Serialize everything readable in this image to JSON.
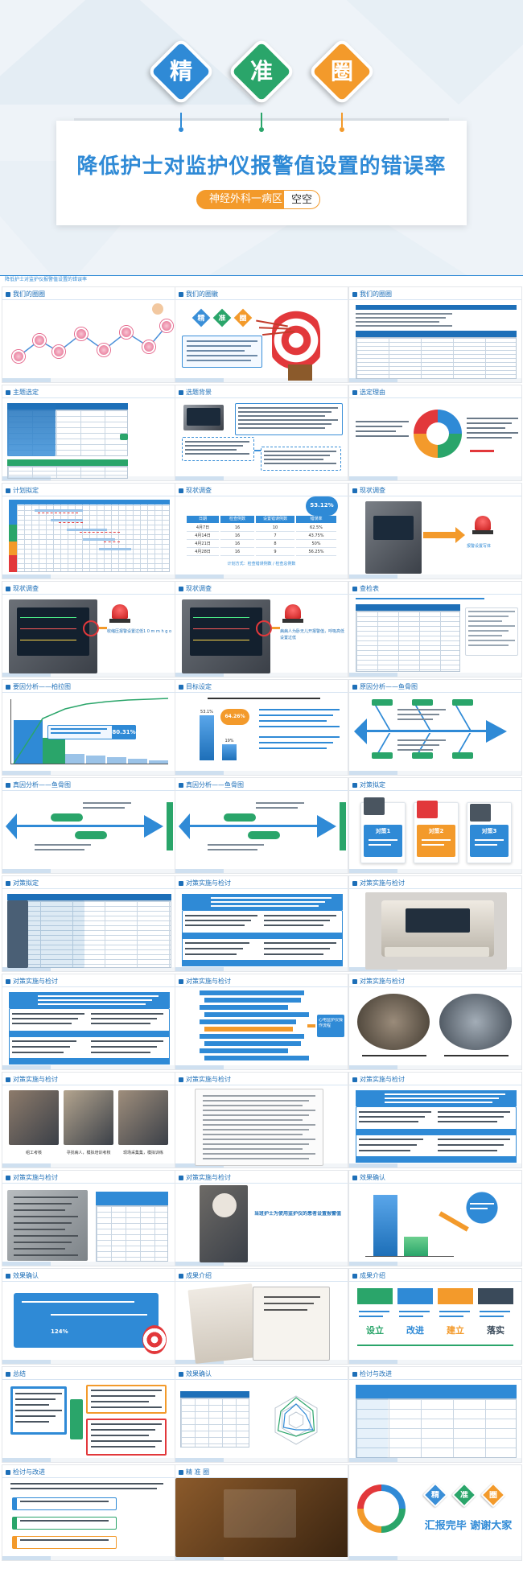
{
  "cover": {
    "chars": [
      "精",
      "准",
      "圈"
    ],
    "colors": [
      "#2f8ad6",
      "#2aa56a",
      "#f39a2b"
    ],
    "title": "降低护士对监护仪报警值设置的错误率",
    "dept": "神经外科一病区",
    "name": "空空",
    "banner": "降低护士对监护仪报警值设置的错误率"
  },
  "slides": [
    {
      "id": "s1",
      "title": "我们的圈圈"
    },
    {
      "id": "s2",
      "title": "我们的圈徽",
      "chars": [
        "精",
        "准",
        "圈"
      ]
    },
    {
      "id": "s3",
      "title": "我们的圈圈"
    },
    {
      "id": "s4",
      "title": "主题选定"
    },
    {
      "id": "s5",
      "title": "选题背景"
    },
    {
      "id": "s6",
      "title": "选定理由"
    },
    {
      "id": "s7",
      "title": "计划拟定"
    },
    {
      "id": "s8",
      "title": "现状调查",
      "values": [
        "53.12%"
      ],
      "cols": [
        "日期",
        "检查例数",
        "设置错误例数",
        "错误率"
      ],
      "rows": [
        [
          "4月7日",
          "16",
          "10",
          "62.5%"
        ],
        [
          "4月14日",
          "16",
          "7",
          "43.75%"
        ],
        [
          "4月21日",
          "16",
          "8",
          "50%"
        ],
        [
          "4月28日",
          "16",
          "9",
          "56.25%"
        ]
      ],
      "caption": "计划方式：检查错误例数 / 检查总例数"
    },
    {
      "id": "s9",
      "title": "现状调查",
      "tag": "报警设置写体"
    },
    {
      "id": "s10",
      "title": "现状调查",
      "tag": "收缩压报警设置过低1 0 m m h g o"
    },
    {
      "id": "s11",
      "title": "现状调查",
      "tag": "病病人为卧无儿开报警值，呼吸高低设置过低"
    },
    {
      "id": "s12",
      "title": "查检表"
    },
    {
      "id": "s13",
      "title": "要因分析——柏拉图",
      "values": [
        "80.31%"
      ]
    },
    {
      "id": "s14",
      "title": "目标设定",
      "values": [
        "53.1%",
        "64.26%",
        "19%"
      ]
    },
    {
      "id": "s15",
      "title": "原因分析——鱼骨图"
    },
    {
      "id": "s16",
      "title": "真因分析——鱼骨图"
    },
    {
      "id": "s17",
      "title": "真因分析——鱼骨图"
    },
    {
      "id": "s18",
      "title": "对策拟定",
      "labels": [
        "对策1",
        "对策2",
        "对策3"
      ]
    },
    {
      "id": "s19",
      "title": "对策拟定"
    },
    {
      "id": "s20",
      "title": "对策实施与检讨"
    },
    {
      "id": "s21",
      "title": "对策实施与检讨"
    },
    {
      "id": "s22",
      "title": "对策实施与检讨"
    },
    {
      "id": "s23",
      "title": "对策实施与检讨",
      "tag": "心电监护仪操作流程"
    },
    {
      "id": "s24",
      "title": "对策实施与检讨"
    },
    {
      "id": "s25",
      "title": "对策实施与检讨",
      "labels": [
        "组工考核",
        "寻找病人，模拟培训考核",
        "现场采集集，模拟训练"
      ]
    },
    {
      "id": "s26",
      "title": "对策实施与检讨"
    },
    {
      "id": "s27",
      "title": "对策实施与检讨"
    },
    {
      "id": "s28",
      "title": "对策实施与检讨"
    },
    {
      "id": "s29",
      "title": "对策实施与检讨",
      "tag": "当班护士为使用监护仪的患者设置报警值"
    },
    {
      "id": "s30",
      "title": "效果确认"
    },
    {
      "id": "s31",
      "title": "效果确认",
      "values": [
        "124%"
      ]
    },
    {
      "id": "s32",
      "title": "成果介绍"
    },
    {
      "id": "s33",
      "title": "成果介绍",
      "labels": [
        "设立",
        "改进",
        "建立",
        "落实"
      ]
    },
    {
      "id": "s34",
      "title": "总结"
    },
    {
      "id": "s35",
      "title": "效果确认"
    },
    {
      "id": "s36",
      "title": "检讨与改进"
    },
    {
      "id": "s37",
      "title": "检讨与改进"
    },
    {
      "id": "s38",
      "title": "精 准 圈"
    },
    {
      "id": "s39",
      "title": "",
      "chars": [
        "精",
        "准",
        "圈"
      ],
      "thanks": "汇报完毕 谢谢大家"
    }
  ]
}
